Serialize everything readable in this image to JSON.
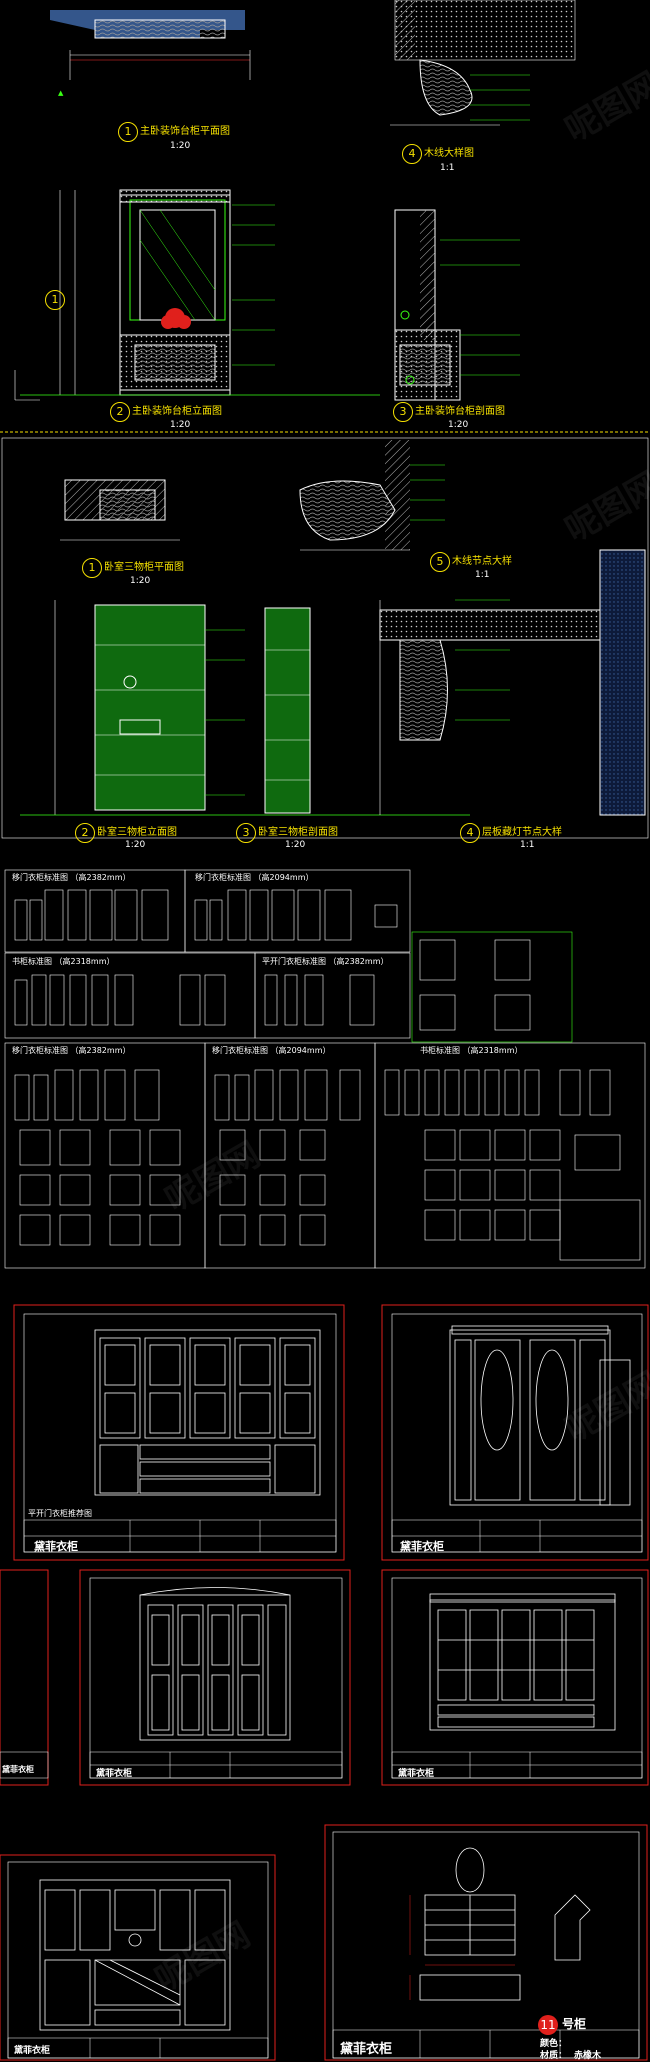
{
  "colors": {
    "background": "#000000",
    "line": "#ffffff",
    "accent_yellow": "#f5e000",
    "accent_green": "#39ff14",
    "accent_red": "#e0201c",
    "accent_blue": "#3a5f9a",
    "dim_red": "#ff3030"
  },
  "section1": {
    "plan": {
      "num": "1",
      "title": "主卧装饰台柜平面图",
      "scale": "1:20"
    },
    "molding": {
      "num": "4",
      "title": "木线大样图",
      "scale": "1:1"
    },
    "elevation": {
      "num": "2",
      "title": "主卧装饰台柜立面图",
      "scale": "1:20"
    },
    "section": {
      "num": "3",
      "title": "主卧装饰台柜剖面图",
      "scale": "1:20"
    },
    "side_num": "1"
  },
  "section2": {
    "plan": {
      "num": "1",
      "title": "卧室三物柜平面图",
      "scale": "1:20"
    },
    "joint5": {
      "num": "5",
      "title": "木线节点大样",
      "scale": "1:1"
    },
    "elevation": {
      "num": "2",
      "title": "卧室三物柜立面图",
      "scale": "1:20"
    },
    "section": {
      "num": "3",
      "title": "卧室三物柜剖面图",
      "scale": "1:20"
    },
    "joint4": {
      "num": "4",
      "title": "层板藏灯节点大样",
      "scale": "1:1"
    }
  },
  "standards": [
    "移门衣柜标准图 （高2382mm）",
    "移门衣柜标准图 （高2094mm）",
    "书柜标准图 （高2318mm）",
    "平开门衣柜标准图 （高2382mm）",
    "移门衣柜标准图 （高2382mm）",
    "移门衣柜标准图 （高2094mm）",
    "书柜标准图 （高2318mm）"
  ],
  "sheets": {
    "brand": "黛菲衣柜",
    "sheet_caption": "平开门衣柜推荐图",
    "last": {
      "badge": "11",
      "badge_suffix": "号柜",
      "color_label": "颜色：",
      "material_label": "材质：",
      "material_value": "赤橡木"
    }
  },
  "watermark": "呢图网"
}
